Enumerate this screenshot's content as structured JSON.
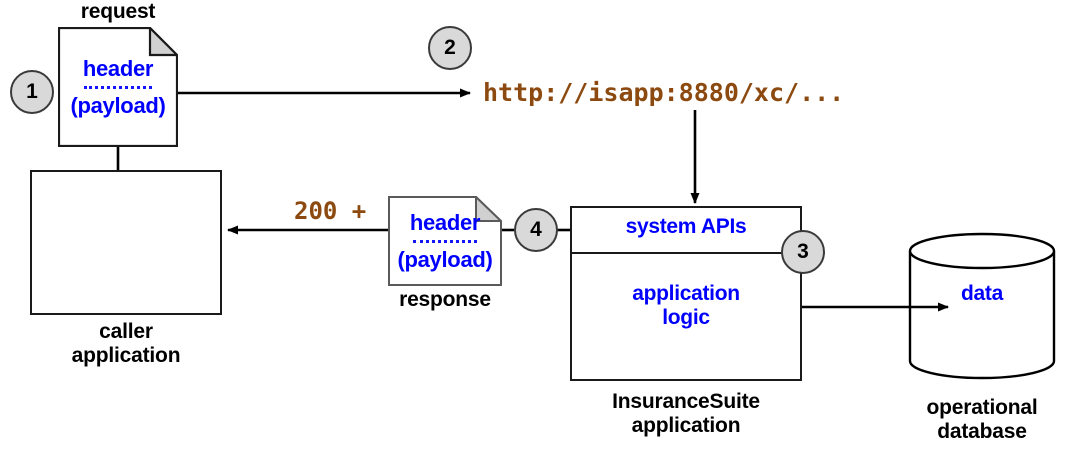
{
  "diagram": {
    "title": "InsuranceSuite system API request/response flow",
    "colors": {
      "blue_text": "#0000FF",
      "brown_text": "#8C4A10",
      "badge_fill": "#d9d9d9",
      "badge_stroke": "#3a3a3a",
      "line": "#000000",
      "fold_fill": "#d0d0d0",
      "background": "#ffffff"
    },
    "badges": [
      {
        "id": "badge-1",
        "label": "1"
      },
      {
        "id": "badge-2",
        "label": "2"
      },
      {
        "id": "badge-3",
        "label": "3"
      },
      {
        "id": "badge-4",
        "label": "4"
      }
    ],
    "request_doc": {
      "caption": "request",
      "header": "header",
      "payload": "(payload)"
    },
    "response_doc": {
      "caption": "response",
      "header": "header",
      "payload": "(payload)"
    },
    "caller": {
      "caption": "caller\napplication"
    },
    "url": "http://isapp:8880/xc/...",
    "status": "200 +",
    "insurancesuite": {
      "system_apis": "system APIs",
      "application_logic": "application\nlogic",
      "caption": "InsuranceSuite\napplication"
    },
    "database": {
      "data_label": "data",
      "caption": "operational\ndatabase"
    }
  }
}
